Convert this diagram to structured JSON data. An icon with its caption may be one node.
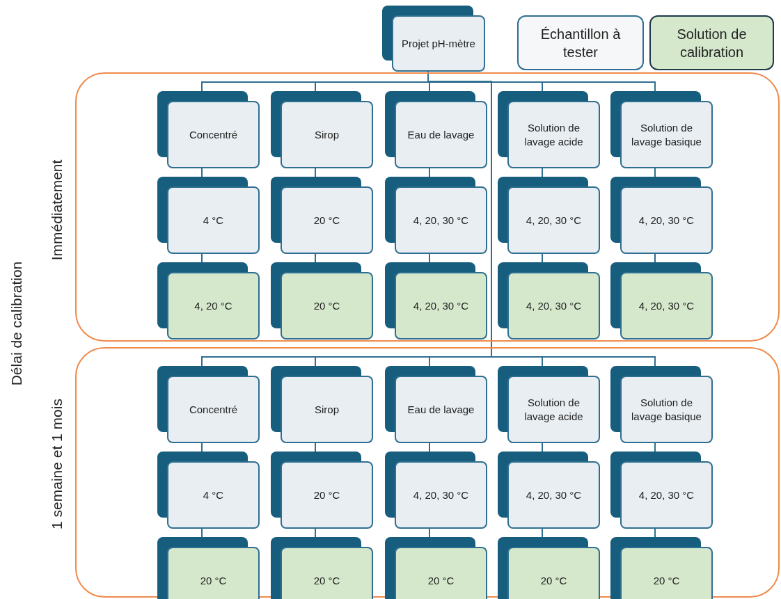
{
  "diagram": {
    "nodes": [
      {
        "text": [
          "Projet pH-mètre"
        ]
      },
      {
        "text": [
          "Immédiatement"
        ]
      },
      {
        "text": [
          "Concentré"
        ],
        "in": 1
      },
      {
        "text": [
          "Sirop"
        ],
        "in": 1
      },
      {
        "text": [
          "Eau de lavage"
        ],
        "in": 1
      },
      {
        "text": [
          "Solution de lavage acide"
        ],
        "in": 1
      },
      {
        "text": [
          "Solution de lavage basique"
        ],
        "in": 1
      },
      {
        "text": [
          "4 °C"
        ],
        "in": 1
      },
      {
        "text": [
          "20 °C"
        ],
        "in": 1
      },
      {
        "text": [
          "4, 20, 30 °C"
        ],
        "in": 1
      },
      {
        "text": [
          "4, 20, 30 °C"
        ],
        "in": 1
      },
      {
        "text": [
          "4, 20, 30 °C"
        ],
        "in": 1
      },
      {
        "text": [
          "4, 20 °C"
        ],
        "in": 1
      },
      {
        "text": [
          "20 °C"
        ],
        "in": 1
      },
      {
        "text": [
          "4, 20, 30 °C"
        ],
        "in": 1
      },
      {
        "text": [
          "4, 20, 30 °C"
        ],
        "in": 1
      },
      {
        "text": [
          "4, 20, 30 °C"
        ],
        "in": 1
      },
      {
        "text": [
          "1 semaine et 1 mois"
        ]
      },
      {
        "text": [
          "Concentré"
        ],
        "in": 17
      },
      {
        "text": [
          "Sirop"
        ],
        "in": 17
      },
      {
        "text": [
          "Eau de lavage"
        ],
        "in": 17
      },
      {
        "text": [
          "Solution de lavage acide"
        ],
        "in": 17
      },
      {
        "text": [
          "Solution de lavage basique"
        ],
        "in": 17
      },
      {
        "text": [
          "4 °C"
        ],
        "in": 17
      },
      {
        "text": [
          "20 °C"
        ],
        "in": 17
      },
      {
        "text": [
          "4, 20, 30 °C"
        ],
        "in": 17
      },
      {
        "text": [
          "4, 20, 30 °C"
        ],
        "in": 17
      },
      {
        "text": [
          "4, 20, 30 °C"
        ],
        "in": 17
      },
      {
        "text": [
          "20 °C"
        ],
        "in": 17
      },
      {
        "text": [
          "20 °C"
        ],
        "in": 17
      },
      {
        "text": [
          "20 °C"
        ],
        "in": 17
      },
      {
        "text": [
          "20 °C"
        ],
        "in": 17
      },
      {
        "text": [
          "20 °C"
        ],
        "in": 17
      }
    ],
    "edges": [
      {
        "from": 0,
        "to": 2,
        "arrow": "none"
      },
      {
        "from": 0,
        "to": 3,
        "arrow": "none"
      },
      {
        "from": 0,
        "to": 4,
        "arrow": "none"
      },
      {
        "from": 0,
        "to": 5,
        "arrow": "none"
      },
      {
        "from": 0,
        "to": 6,
        "arrow": "none"
      },
      {
        "from": 2,
        "to": 7,
        "arrow": "none"
      },
      {
        "from": 3,
        "to": 8,
        "arrow": "none"
      },
      {
        "from": 4,
        "to": 9,
        "arrow": "none"
      },
      {
        "from": 5,
        "to": 10,
        "arrow": "none"
      },
      {
        "from": 6,
        "to": 11,
        "arrow": "none"
      },
      {
        "from": 7,
        "to": 12,
        "arrow": "none"
      },
      {
        "from": 8,
        "to": 13,
        "arrow": "none"
      },
      {
        "from": 9,
        "to": 14,
        "arrow": "none"
      },
      {
        "from": 10,
        "to": 15,
        "arrow": "none"
      },
      {
        "from": 11,
        "to": 16,
        "arrow": "none"
      },
      {
        "from": 0,
        "to": 18,
        "arrow": "none"
      },
      {
        "from": 0,
        "to": 19,
        "arrow": "none"
      },
      {
        "from": 0,
        "to": 20,
        "arrow": "none"
      },
      {
        "from": 0,
        "to": 21,
        "arrow": "none"
      },
      {
        "from": 0,
        "to": 22,
        "arrow": "none"
      },
      {
        "from": 18,
        "to": 23,
        "arrow": "none"
      },
      {
        "from": 19,
        "to": 24,
        "arrow": "none"
      },
      {
        "from": 20,
        "to": 25,
        "arrow": "none"
      },
      {
        "from": 21,
        "to": 26,
        "arrow": "none"
      },
      {
        "from": 22,
        "to": 27,
        "arrow": "none"
      },
      {
        "from": 23,
        "to": 28,
        "arrow": "none"
      },
      {
        "from": 24,
        "to": 29,
        "arrow": "none"
      },
      {
        "from": 25,
        "to": 30,
        "arrow": "none"
      },
      {
        "from": 26,
        "to": 31,
        "arrow": "none"
      },
      {
        "from": 27,
        "to": 32,
        "arrow": "none"
      }
    ],
    "labels": [
      "Délai de calibration"
    ],
    "legend": [
      {
        "text": "Échantillon à tester",
        "color": "#f6f7f8"
      },
      {
        "text": "Solution de calibration",
        "color": "#d5e8cc"
      }
    ]
  }
}
